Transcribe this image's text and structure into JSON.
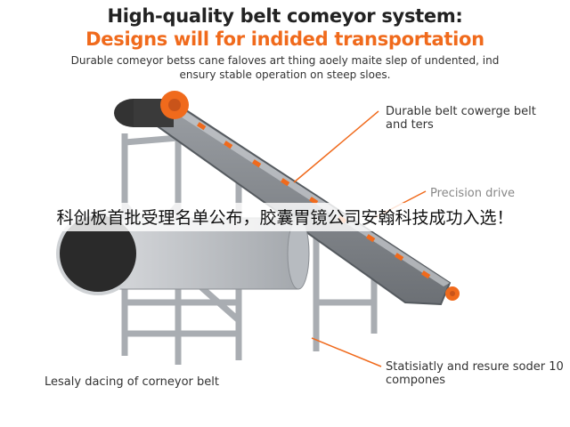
{
  "header": {
    "title_line1": "High-quality belt comeyor system:",
    "title_line2": "Designs will for indided transportation",
    "subtitle": "Durable comeyor betss cane faloves art thing aoely maite slep of undented, ind ensury stable operation on steep sloes."
  },
  "callouts": {
    "top_right": "Durable belt cowerge belt and ters",
    "middle_right": "Precision drive",
    "bottom_right": "Statisiatly and resure soder 10 compones",
    "bottom_left": "Lesaly dacing of corneyor belt"
  },
  "overlay": {
    "text": "科创板首批受理名单公布，胶囊胃镜公司安翰科技成功入选！"
  },
  "colors": {
    "accent": "#f06a1c",
    "steel": "#b9bcc0",
    "drum": "#2a2a2a"
  },
  "icons": [
    "drive-motor-icon",
    "return-roller-icon"
  ]
}
